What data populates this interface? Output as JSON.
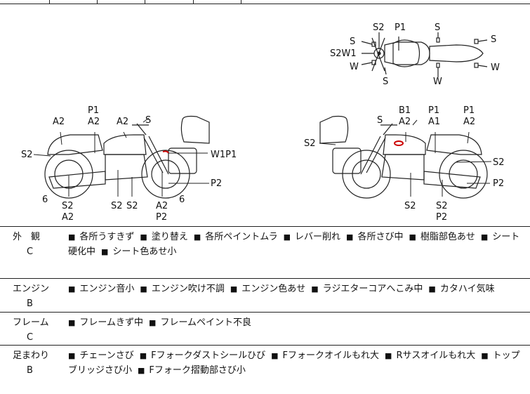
{
  "diagram": {
    "top_view": {
      "labels": [
        "S2",
        "P1",
        "S",
        "S",
        "S2W1",
        "W",
        "S",
        "W",
        "S",
        "W"
      ]
    },
    "left_view": {
      "labels": [
        "P1",
        "A2",
        "A2",
        "S",
        "A2",
        "S2",
        "W1P1",
        "P2",
        "6",
        "S2",
        "A2",
        "S2",
        "S2",
        "A2",
        "P2",
        "6"
      ]
    },
    "right_view": {
      "labels": [
        "B1",
        "A2",
        "P1",
        "A1",
        "P1",
        "A2",
        "S",
        "S2",
        "S2",
        "P2",
        "S2",
        "S2",
        "P2"
      ]
    }
  },
  "condition": [
    {
      "category": "外　観",
      "grade": "C",
      "items": [
        "各所うすきず",
        "塗り替え",
        "各所ペイントムラ",
        "レバー削れ",
        "各所さび中",
        "樹脂部色あせ",
        "シート硬化中",
        "シート色あせ小"
      ]
    },
    {
      "category": "エンジン",
      "grade": "B",
      "items": [
        "エンジン音小",
        "エンジン吹け不調",
        "エンジン色あせ",
        "ラジエターコアへこみ中",
        "カタハイ気味"
      ]
    },
    {
      "category": "フレーム",
      "grade": "C",
      "items": [
        "フレームきず中",
        "フレームペイント不良"
      ]
    },
    {
      "category": "足まわり",
      "grade": "B",
      "items": [
        "チェーンさび",
        "Fフォークダストシールひび",
        "Fフォークオイルもれ大",
        "Rサスオイルもれ大",
        "トップブリッジさび小",
        "Fフォーク摺動部さび小"
      ]
    }
  ]
}
